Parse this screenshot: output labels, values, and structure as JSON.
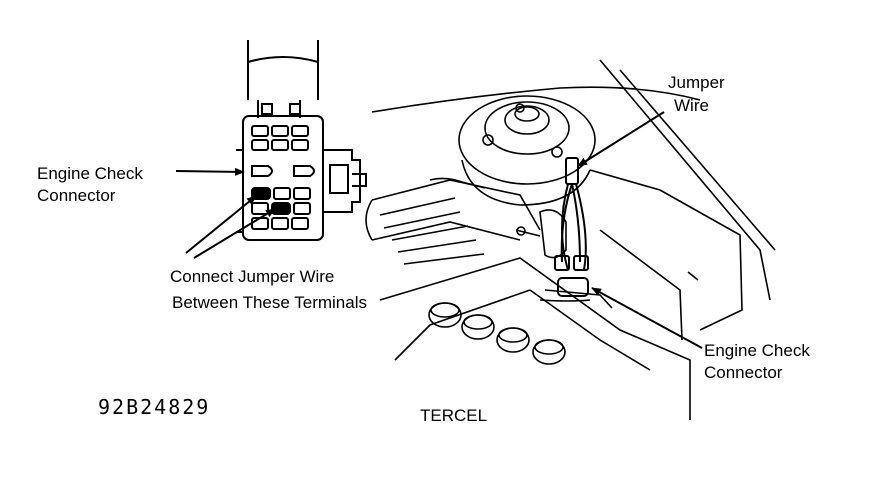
{
  "labels": {
    "engine_check_left_line1": "Engine Check",
    "engine_check_left_line2": "Connector",
    "connect_jumper_line1": "Connect Jumper Wire",
    "connect_jumper_line2": "Between These Terminals",
    "jumper_wire_line1": "Jumper",
    "jumper_wire_line2": "Wire",
    "engine_check_right_line1": "Engine Check",
    "engine_check_right_line2": "Connector",
    "figure_code": "92B24829",
    "model_name": "TERCEL"
  }
}
